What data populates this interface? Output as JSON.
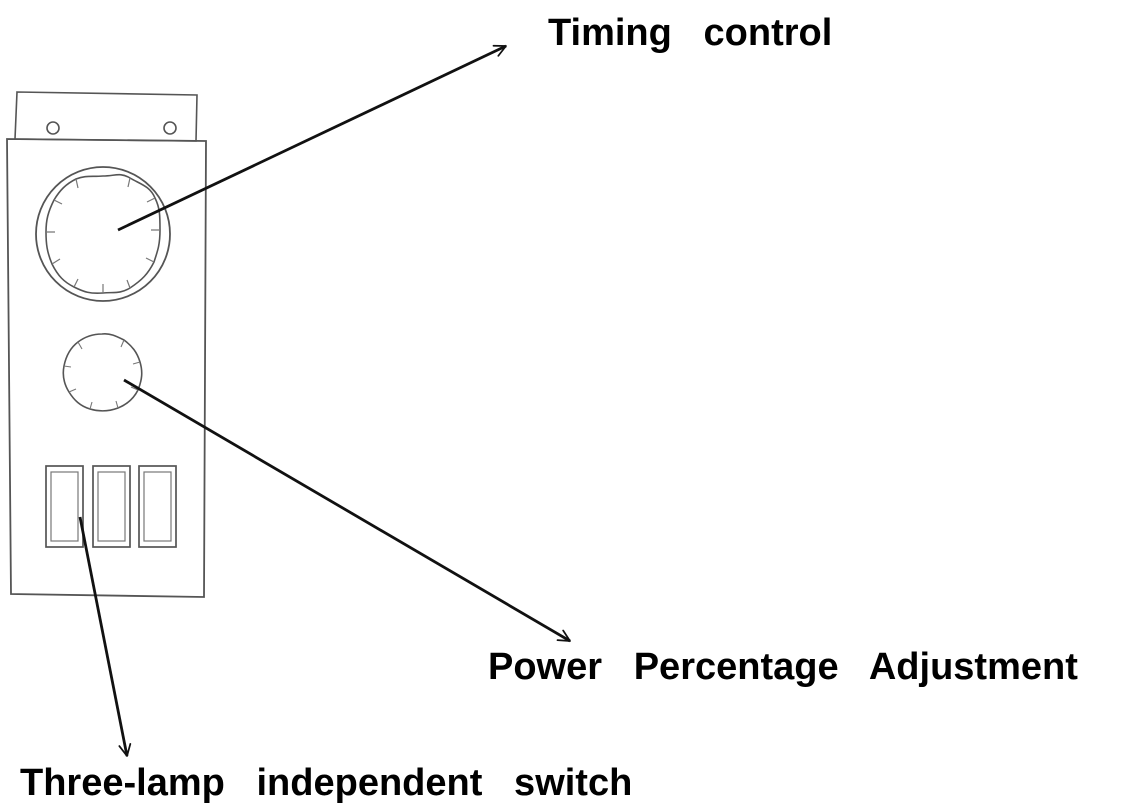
{
  "labels": {
    "timing_control": "Timing   control",
    "power_percentage": "Power   Percentage   Adjustment",
    "lamp_switch": "Three-lamp   independent   switch"
  },
  "colors": {
    "stroke": "#3a3a3a",
    "text": "#000000",
    "background": "#ffffff"
  }
}
